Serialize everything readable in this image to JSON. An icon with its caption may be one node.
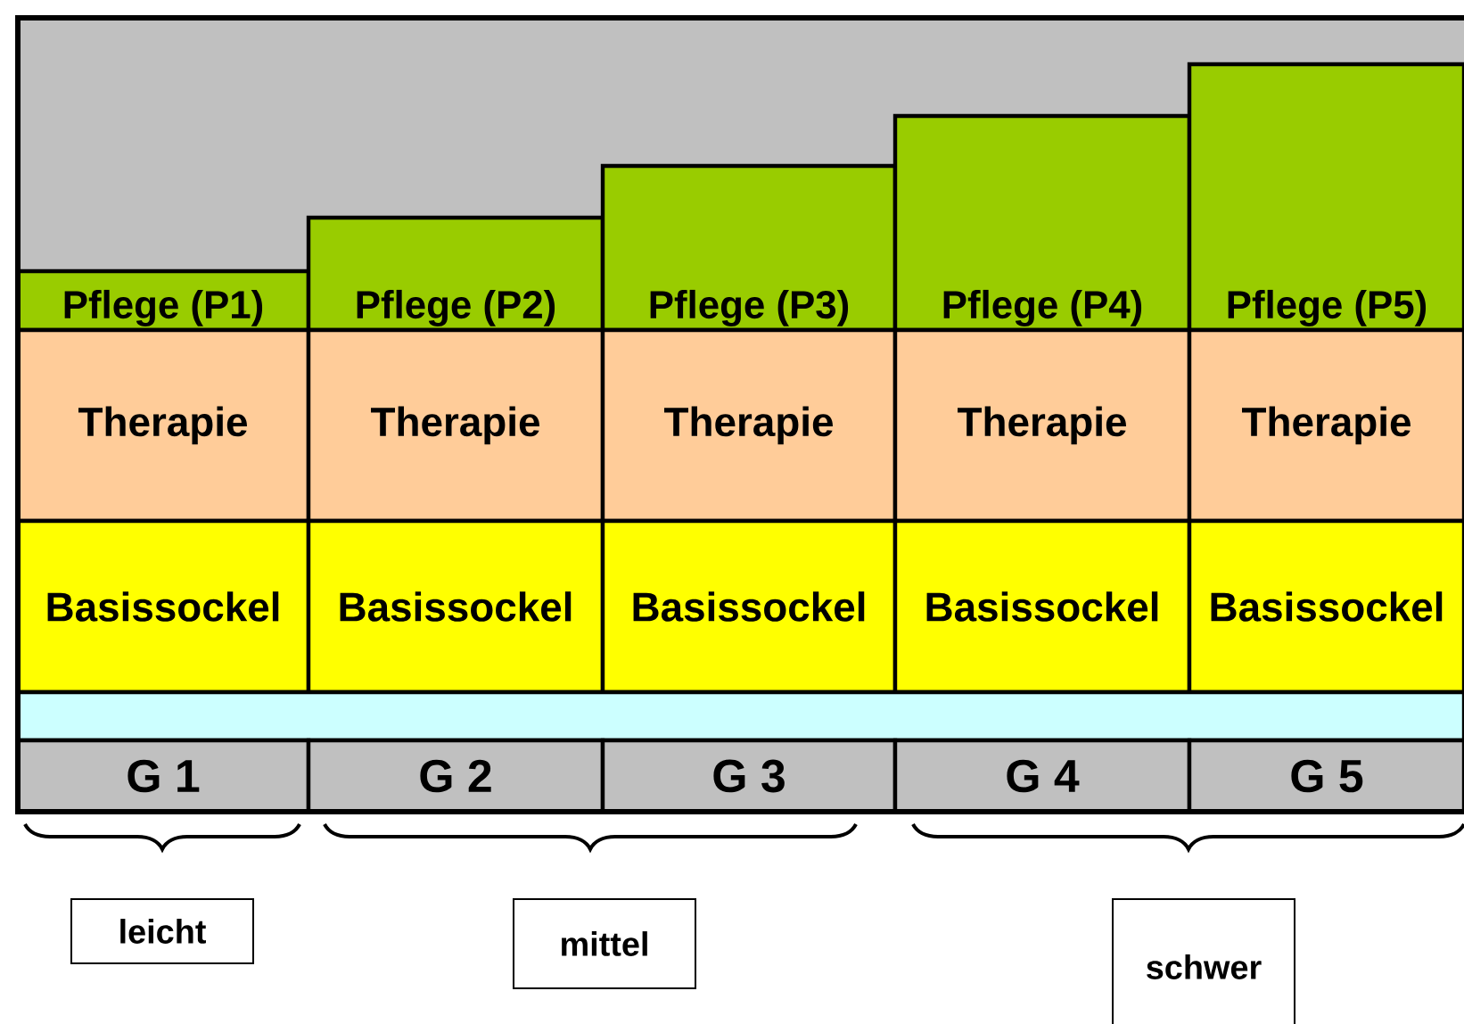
{
  "diagram": {
    "nodes": [
      {
        "text": [
          "Pflege (P1)"
        ]
      },
      {
        "text": [
          "Pflege (P2)"
        ]
      },
      {
        "text": [
          "Pflege (P3)"
        ]
      },
      {
        "text": [
          "Pflege (P4)"
        ]
      },
      {
        "text": [
          "Pflege (P5)"
        ]
      },
      {
        "text": [
          "Therapie"
        ]
      },
      {
        "text": [
          "Therapie"
        ]
      },
      {
        "text": [
          "Therapie"
        ]
      },
      {
        "text": [
          "Therapie"
        ]
      },
      {
        "text": [
          "Therapie"
        ]
      },
      {
        "text": [
          "Basissockel"
        ]
      },
      {
        "text": [
          "Basissockel"
        ]
      },
      {
        "text": [
          "Basissockel"
        ]
      },
      {
        "text": [
          "Basissockel"
        ]
      },
      {
        "text": [
          "Basissockel"
        ]
      },
      {
        "text": [],
        "shape": "bar"
      },
      {
        "text": [
          "G 1"
        ]
      },
      {
        "text": [
          "G 2"
        ]
      },
      {
        "text": [
          "G 3"
        ]
      },
      {
        "text": [
          "G 4"
        ]
      },
      {
        "text": [
          "G 5"
        ]
      },
      {
        "text": [
          "leicht"
        ]
      },
      {
        "text": [
          "mittel"
        ]
      },
      {
        "text": [
          "schwer"
        ]
      }
    ],
    "edges": []
  }
}
